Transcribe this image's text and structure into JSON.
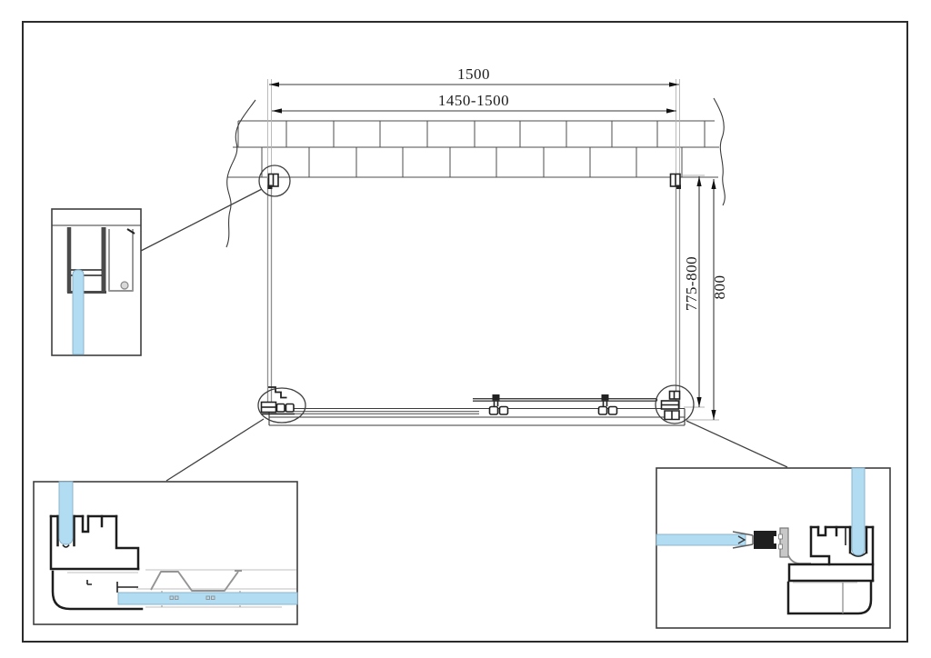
{
  "drawing": {
    "kind": "shower-enclosure-plan-technical-drawing",
    "labels": {
      "width_total": "1500",
      "width_range": "1450-1500",
      "depth_range": "775-800",
      "depth_total": "800"
    },
    "colors": {
      "background": "#ffffff",
      "page_border": "#2b2b2b",
      "line_dark": "#3a3a3a",
      "profile_black": "#1d1d1d",
      "line_gray": "#8f8f8f",
      "wall_line": "#4c4c4c",
      "glass_fill": "#b2dcf1",
      "glass_edge": "#84aec6",
      "seal_black": "#1f1f1f"
    }
  }
}
